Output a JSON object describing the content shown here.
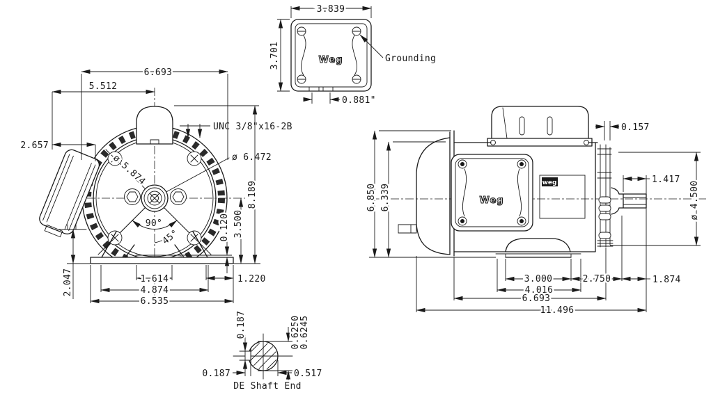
{
  "colors": {
    "line": "#1a1a1a",
    "bg": "#ffffff"
  },
  "brand": {
    "logo": "Weg",
    "logo_small": "weg"
  },
  "top_view": {
    "dim_width": "3.839",
    "dim_height": "3.701",
    "dim_conduit_hole": "0.881\"",
    "grounding_label": "Grounding"
  },
  "front_view": {
    "dim_overall_width": "6.693",
    "dim_eye_to_face": "5.512",
    "dim_box_depth": "2.657",
    "thread_spec": "UNC 3/8\"x16-2B",
    "dia_rabbet": "ø 6.472",
    "dia_bolt_circle": "ø 5.874",
    "angle_between_feet": "90°",
    "angle_foot": "45°",
    "dim_pad_height": "0.120",
    "dim_shaft_center_height": "3.500",
    "dim_overall_height": "8.189",
    "dim_box_to_base": "2.047",
    "dim_slot_spacing": "1.614",
    "dim_foot_holes": "4.874",
    "dim_base_width": "6.535",
    "dim_base_edge": "1.220"
  },
  "side_view": {
    "dim_cover_gap": "0.157",
    "dim_shaft_length": "1.417",
    "dia_bearing_hub": "ø 4.500",
    "dim_height_overall": "6.850",
    "dim_height_lid": "6.339",
    "dim_foot_pad_length": "3.000",
    "dim_foot_to_shoulder": "2.750",
    "dim_foot_length": "4.016",
    "dim_frame_length": "6.693",
    "dim_overall_length": "11.496",
    "dim_shaft_overhang": "1.874"
  },
  "shaft_detail": {
    "dim_keyway_height": "0.187",
    "dia_shaft_max": "0.6250",
    "dia_shaft_min": "0.6245",
    "dim_key_width": "0.187",
    "dim_flat_to_edge": "0.517",
    "caption": "DE Shaft End"
  }
}
